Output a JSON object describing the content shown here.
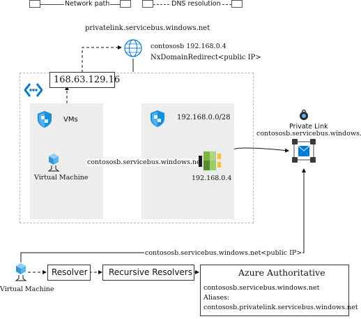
{
  "legend": {
    "network_path": "Network path",
    "dns_resolution": "DNS resolution"
  },
  "dns_zone": {
    "name": "privatelink.servicebus.windows.net",
    "record": "contososb 192.168.0.4",
    "policy": "NxDomainRedirect<public IP>"
  },
  "vnet": {
    "dns_ip": "168.63.129.16",
    "vm_subnet_label": "VMs",
    "pe_subnet_label": "192.168.0.0/28",
    "vm_label": "Virtual Machine",
    "vm_to_pe_link": "contososb.servicebus.windows.net",
    "pe_ip": "192.168.0.4"
  },
  "private_link": {
    "title": "Private Link",
    "host": "contososb.servicebus.windows.net"
  },
  "external": {
    "public_path_label": "contososb.servicebus.windows.net<public IP>",
    "vm_label": "Virtual Machine",
    "resolver": "Resolver",
    "recursive": "Recursive Resolvers",
    "authoritative_title": "Azure Authoritative",
    "auth_host": "contososb.servicebus.windows.net",
    "auth_aliases_label": "Aliases:",
    "auth_alias": "contososb.privatelink.servicebus.windows.net"
  },
  "colors": {
    "azure_blue": "#0078d4",
    "shield_blue": "#1490df",
    "panel_gray": "#ededed",
    "vnet_border": "#b8b8b8"
  },
  "icons": {
    "vnet": "vnet-icon",
    "shield": "nsg-shield-icon",
    "vm": "virtual-machine-icon",
    "dns_zone": "private-dns-zone-icon",
    "private_endpoint": "private-endpoint-icon",
    "private_link": "private-link-icon",
    "service_bus": "service-bus-icon"
  }
}
